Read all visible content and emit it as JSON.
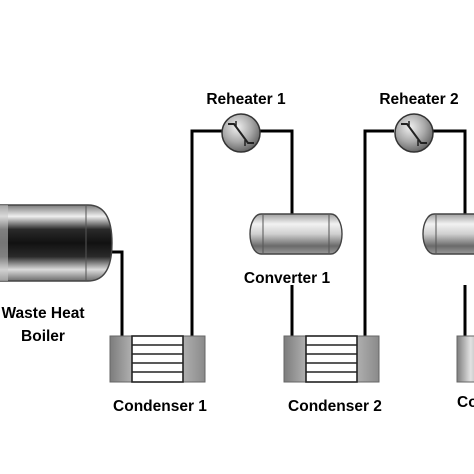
{
  "labels": {
    "reheater_1": "Reheater 1",
    "reheater_2": "Reheater 2",
    "converter_1": "Converter 1",
    "boiler_line_1": "Waste Heat",
    "boiler_line_2": "Boiler",
    "condenser_1": "Condenser 1",
    "condenser_2": "Condenser 2",
    "condenser_3_partial": "Co"
  },
  "colors": {
    "pipe": "#000000",
    "metal_dark": "#3a3a3a",
    "metal_light": "#f4f4f4",
    "background": "#ffffff"
  }
}
